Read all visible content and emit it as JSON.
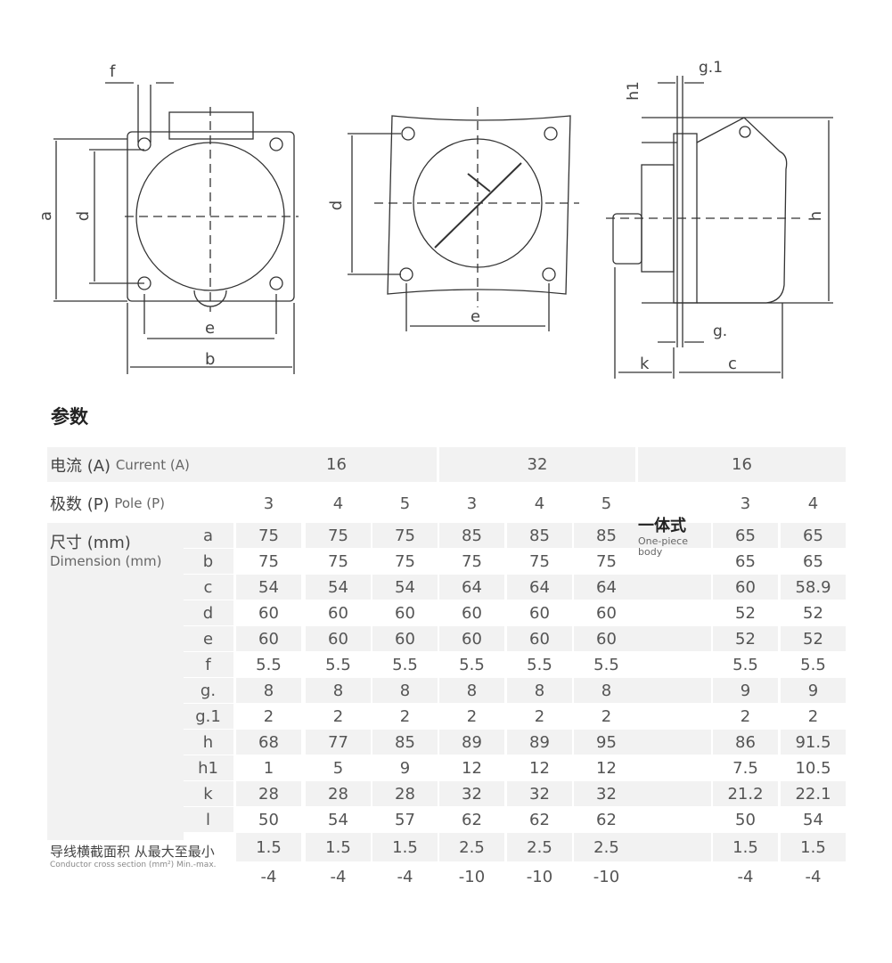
{
  "section_title": "参数",
  "drawing_labels": {
    "f": "f",
    "a": "a",
    "d": "d",
    "e": "e",
    "b": "b",
    "h1": "h1",
    "g1": "g.1",
    "h": "h",
    "g": "g.",
    "k": "k",
    "c": "c"
  },
  "table": {
    "current_label_cn": "电流 (A)",
    "current_label_en": "Current (A)",
    "pole_label_cn": "极数 (P)",
    "pole_label_en": "Pole (P)",
    "dim_label_cn": "尺寸 (mm)",
    "dim_label_en": "Dimension (mm)",
    "conductor_label_cn": "导线横截面积 从最大至最小",
    "conductor_label_en": "Conductor cross section (mm²) Min.-max.",
    "one_piece_cn": "一体式",
    "one_piece_en": "One-piece body",
    "currents": [
      "16",
      "32",
      "16"
    ],
    "poles": [
      "3",
      "4",
      "5",
      "3",
      "4",
      "5",
      "3",
      "4"
    ],
    "rows": [
      {
        "key": "a",
        "values": [
          "75",
          "75",
          "75",
          "85",
          "85",
          "85",
          "65",
          "65"
        ]
      },
      {
        "key": "b",
        "values": [
          "75",
          "75",
          "75",
          "75",
          "75",
          "75",
          "65",
          "65"
        ]
      },
      {
        "key": "c",
        "values": [
          "54",
          "54",
          "54",
          "64",
          "64",
          "64",
          "60",
          "58.9"
        ]
      },
      {
        "key": "d",
        "values": [
          "60",
          "60",
          "60",
          "60",
          "60",
          "60",
          "52",
          "52"
        ]
      },
      {
        "key": "e",
        "values": [
          "60",
          "60",
          "60",
          "60",
          "60",
          "60",
          "52",
          "52"
        ]
      },
      {
        "key": "f",
        "values": [
          "5.5",
          "5.5",
          "5.5",
          "5.5",
          "5.5",
          "5.5",
          "5.5",
          "5.5"
        ]
      },
      {
        "key": "g.",
        "values": [
          "8",
          "8",
          "8",
          "8",
          "8",
          "8",
          "9",
          "9"
        ]
      },
      {
        "key": "g.1",
        "values": [
          "2",
          "2",
          "2",
          "2",
          "2",
          "2",
          "2",
          "2"
        ]
      },
      {
        "key": "h",
        "values": [
          "68",
          "77",
          "85",
          "89",
          "89",
          "95",
          "86",
          "91.5"
        ]
      },
      {
        "key": "h1",
        "values": [
          "1",
          "5",
          "9",
          "12",
          "12",
          "12",
          "7.5",
          "10.5"
        ]
      },
      {
        "key": "k",
        "values": [
          "28",
          "28",
          "28",
          "32",
          "32",
          "32",
          "21.2",
          "22.1"
        ]
      },
      {
        "key": "l",
        "values": [
          "50",
          "54",
          "57",
          "62",
          "62",
          "62",
          "50",
          "54"
        ]
      }
    ],
    "conductor_min": [
      "1.5",
      "1.5",
      "1.5",
      "2.5",
      "2.5",
      "2.5",
      "1.5",
      "1.5"
    ],
    "conductor_max": [
      "-4",
      "-4",
      "-4",
      "-10",
      "-10",
      "-10",
      "-4",
      "-4"
    ]
  }
}
